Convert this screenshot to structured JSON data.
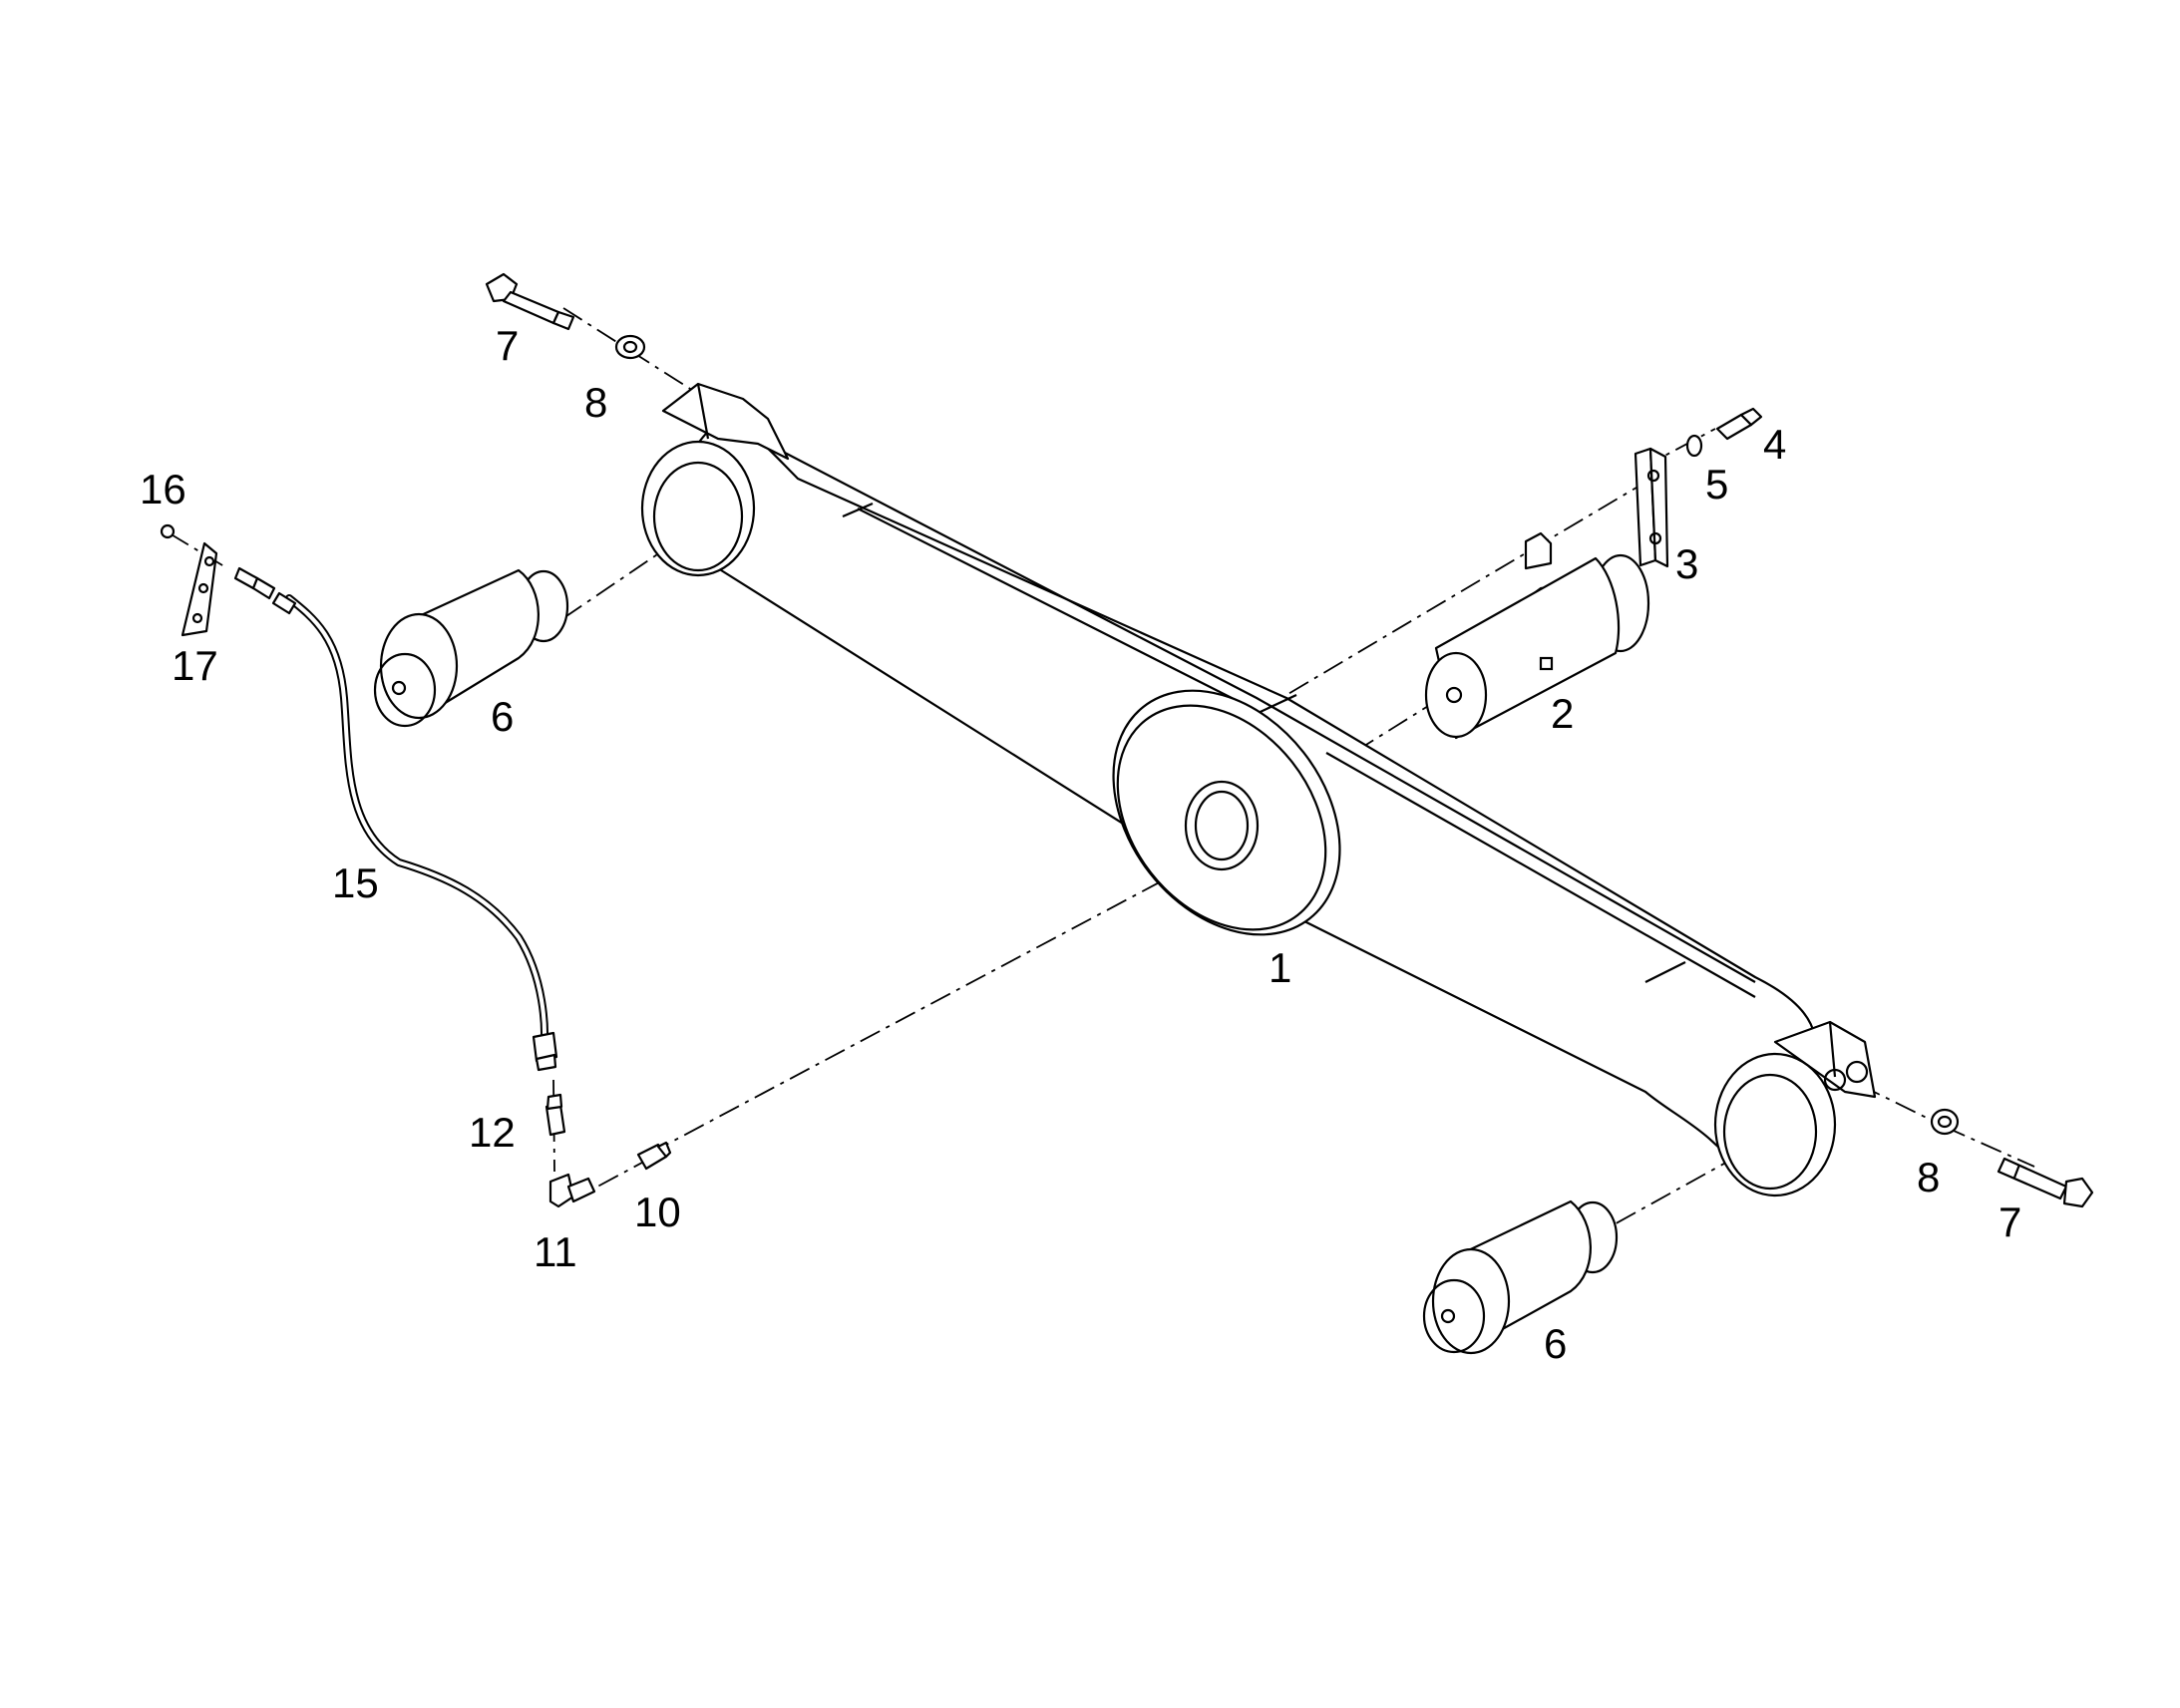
{
  "diagram": {
    "callouts": {
      "c1": "1",
      "c2": "2",
      "c3": "3",
      "c4": "4",
      "c5": "5",
      "c6a": "6",
      "c6b": "6",
      "c7a": "7",
      "c7b": "7",
      "c8a": "8",
      "c8b": "8",
      "c10": "10",
      "c11": "11",
      "c12": "12",
      "c15": "15",
      "c16": "16",
      "c17": "17"
    }
  }
}
